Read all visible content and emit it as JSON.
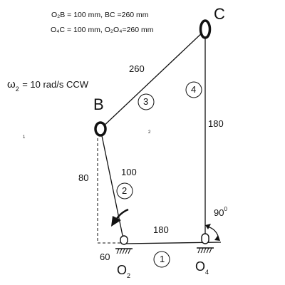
{
  "header": {
    "spec_line1": "O₂B = 100 mm, BC =260 mm",
    "spec_line2": "O₄C = 100 mm, O₂O₄=260 mm"
  },
  "omega": {
    "symbol": "ω",
    "subscript": "2",
    "text": "= 10 rad/s CCW"
  },
  "joints": {
    "b": "B",
    "c": "C",
    "o2_letter": "O",
    "o2_sub": "2",
    "o4_letter": "O",
    "o4_sub": "4"
  },
  "links": {
    "link1": "1",
    "link2": "2",
    "link3": "3",
    "link4": "4"
  },
  "dimensions": {
    "bc": "260",
    "o4c": "180",
    "o2b": "100",
    "vertical_offset": "80",
    "horizontal_offset": "60",
    "ground": "180",
    "angle_value": "90",
    "angle_unit": "0"
  },
  "specks": {
    "left": "1",
    "center": "2"
  },
  "colors": {
    "ink": "#111111"
  }
}
